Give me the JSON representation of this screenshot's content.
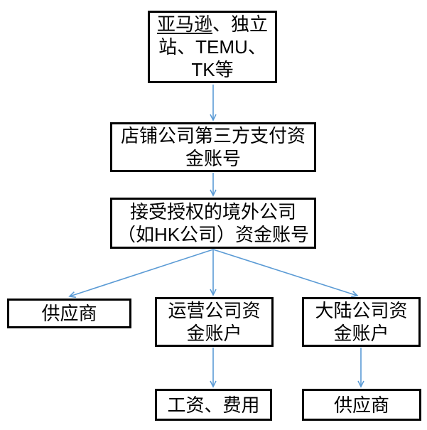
{
  "diagram": {
    "nodes": {
      "platforms": {
        "line1_underlined": "亚马逊",
        "line1_rest": "、独立",
        "line2": "站、TEMU、",
        "line3": "TK等"
      },
      "store_payment_account": {
        "lines": [
          "店铺公司第三方支付资",
          "金账号"
        ]
      },
      "overseas_company_account": {
        "lines": [
          "接受授权的境外公司",
          "（如HK公司）资金账号"
        ]
      },
      "supplier_left": {
        "label": "供应商"
      },
      "operating_company_account": {
        "lines": [
          "运营公司资",
          "金账户"
        ]
      },
      "mainland_company_account": {
        "lines": [
          "大陆公司资",
          "金账户"
        ]
      },
      "wages_expenses": {
        "label": "工资、费用"
      },
      "supplier_right": {
        "label": "供应商"
      }
    },
    "colors": {
      "arrow": "#5B9BD5",
      "node_border": "#000000",
      "background": "#FFFFFF",
      "text": "#000000"
    }
  }
}
